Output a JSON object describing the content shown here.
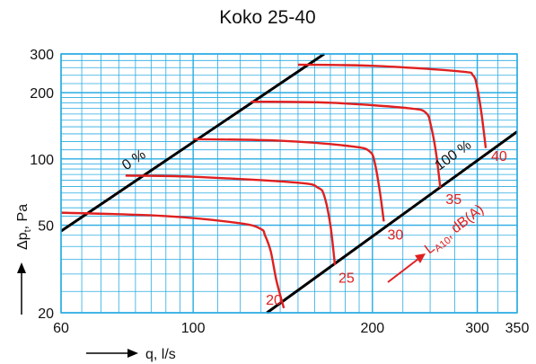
{
  "chart_data": {
    "type": "line",
    "title": "Koko 25-40",
    "xlabel": "q, l/s",
    "ylabel": "Δp",
    "ylabel_sub": "t",
    "ylabel_unit": ", Pa",
    "x_scale": "log",
    "y_scale": "log",
    "xlim": [
      60,
      350
    ],
    "ylim": [
      20,
      300
    ],
    "x_ticks": [
      60,
      100,
      200,
      300,
      350
    ],
    "x_tick_labels": [
      "60",
      "100",
      "200",
      "300",
      "350"
    ],
    "y_ticks": [
      20,
      50,
      100,
      200,
      300
    ],
    "y_tick_labels": [
      "20",
      "50",
      "100",
      "200",
      "300"
    ],
    "grid": true,
    "colors": {
      "grid": "#29abe2",
      "curves": "#e02020",
      "limits": "#000000"
    },
    "series": [
      {
        "name": "20",
        "x": [
          60,
          90,
          120,
          130,
          132,
          135,
          138,
          142
        ],
        "y": [
          57,
          55,
          51,
          48,
          45,
          38,
          28,
          21
        ]
      },
      {
        "name": "25",
        "x": [
          77,
          100,
          150,
          162,
          166,
          170,
          173
        ],
        "y": [
          84,
          83,
          78,
          74,
          68,
          50,
          33
        ]
      },
      {
        "name": "30",
        "x": [
          100,
          140,
          185,
          198,
          202,
          206,
          209
        ],
        "y": [
          123,
          121,
          114,
          108,
          95,
          70,
          52
        ]
      },
      {
        "name": "35",
        "x": [
          125,
          170,
          230,
          246,
          251,
          256,
          260
        ],
        "y": [
          182,
          180,
          170,
          162,
          140,
          105,
          74
        ]
      },
      {
        "name": "40",
        "x": [
          150,
          200,
          280,
          295,
          300,
          305,
          310
        ],
        "y": [
          268,
          265,
          250,
          240,
          210,
          160,
          112
        ]
      }
    ],
    "lines": [
      {
        "name": "0 %",
        "x": [
          60,
          166
        ],
        "y": [
          47,
          300
        ]
      },
      {
        "name": "100 %",
        "x": [
          133,
          350
        ],
        "y": [
          20,
          133
        ]
      }
    ],
    "annotation": {
      "text": "L",
      "sub": "A10",
      "rest": ", dB(A)"
    }
  }
}
